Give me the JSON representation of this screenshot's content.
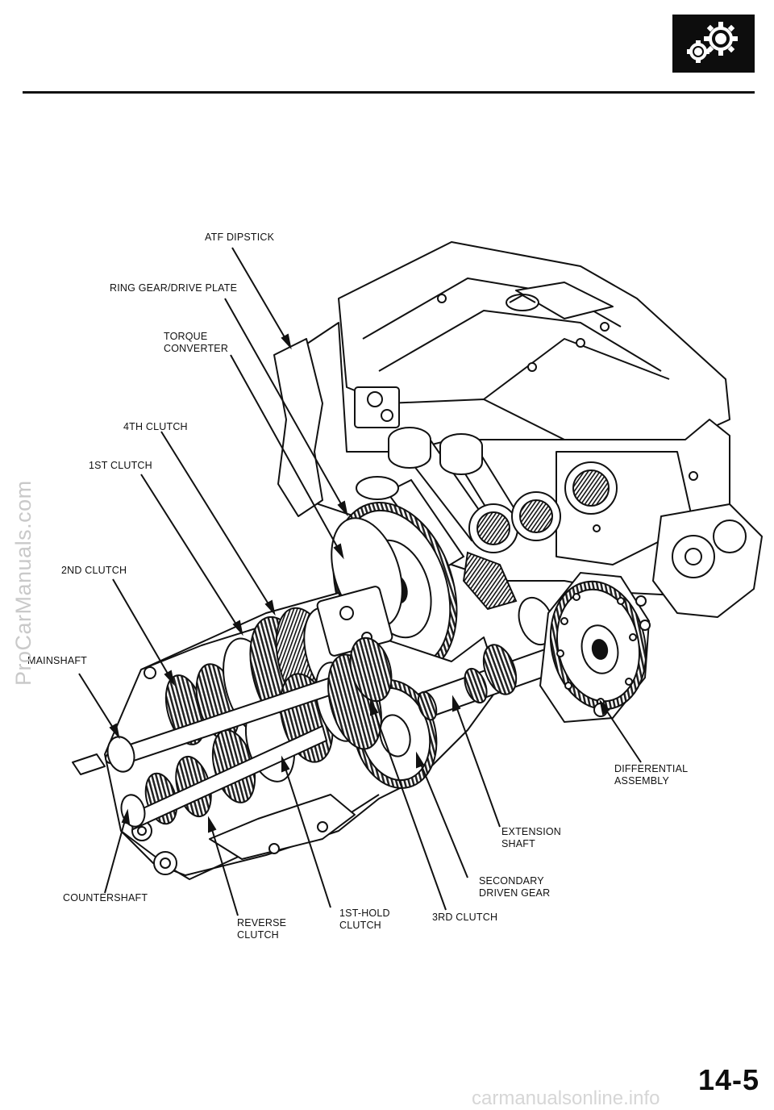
{
  "header": {
    "icon": "gears-icon"
  },
  "labels": {
    "atf_dipstick": "ATF DIPSTICK",
    "ring_gear": "RING GEAR/DRIVE PLATE",
    "torque_converter": "TORQUE\nCONVERTER",
    "fourth_clutch": "4TH CLUTCH",
    "first_clutch": "1ST CLUTCH",
    "second_clutch": "2ND CLUTCH",
    "mainshaft": "MAINSHAFT",
    "differential": "DIFFERENTIAL\nASSEMBLY",
    "extension_shaft": "EXTENSION\nSHAFT",
    "secondary_driven_gear": "SECONDARY\nDRIVEN GEAR",
    "countershaft": "COUNTERSHAFT",
    "reverse_clutch": "REVERSE\nCLUTCH",
    "first_hold_clutch": "1ST-HOLD\nCLUTCH",
    "third_clutch": "3RD CLUTCH"
  },
  "page_number": "14-5",
  "watermarks": {
    "side": "ProCarManuals.com",
    "bottom": "carmanualsonline.info"
  }
}
